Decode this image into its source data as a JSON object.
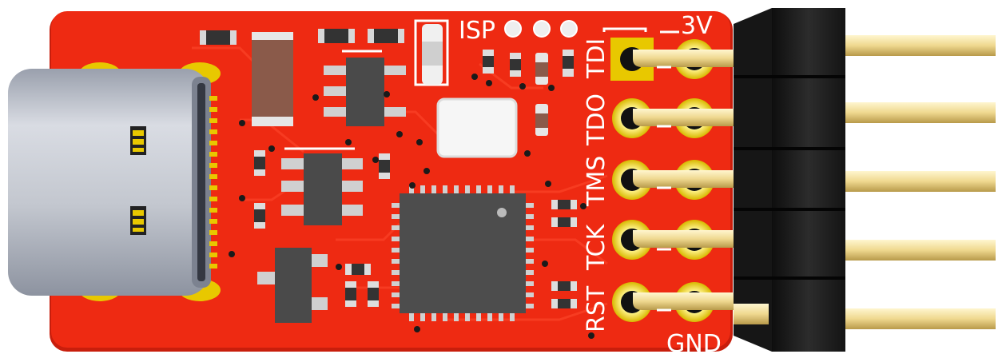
{
  "board": {
    "colors": {
      "pcb": "#ee2a12",
      "pcb_edge": "#c81e0c",
      "pad_gold": "#e8c800",
      "silkscreen": "#ffffff",
      "chip": "#4a4a4a",
      "connector_metal": "#c4c8d0",
      "pin_gold": "#f0d98a",
      "header_black": "#1e1e1e"
    },
    "isp_label": "ISP",
    "pin_labels": {
      "v3": "3V",
      "tdi": "TDI",
      "tdo": "TDO",
      "tms": "TMS",
      "tck": "TCK",
      "rst": "RST",
      "gnd": "GND"
    },
    "components": {
      "usb": "usb-c-connector",
      "mcu": "qfn-microcontroller",
      "header": "2x5-pin-header"
    }
  }
}
